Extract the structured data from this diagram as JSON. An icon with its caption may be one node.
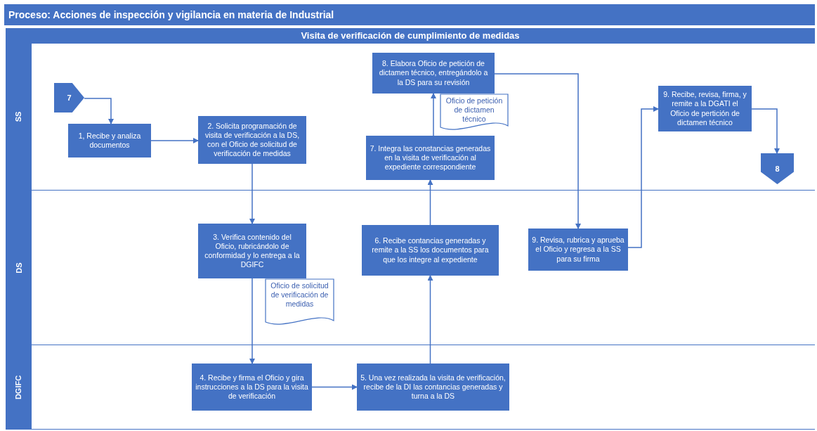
{
  "diagram": {
    "title": "Proceso: Acciones de inspección y vigilancia en materia de Industrial",
    "nodes": [
      {
        "text": [
          "Visita de verificación de cumplimiento de medidas"
        ]
      },
      {
        "text": [
          "SS"
        ],
        "in": 0
      },
      {
        "text": [
          "7"
        ],
        "in": 1
      },
      {
        "text": [
          "1, Recibe y analiza documentos"
        ],
        "in": 1
      },
      {
        "text": [
          "2. Solicita programación de visita de verificación a la DS, con el Oficio de solicitud de verificación de medidas"
        ],
        "in": 1
      },
      {
        "text": [
          "8. Elabora Oficio de petición de dictamen técnico, entregándolo a la DS para su revisión"
        ],
        "in": 1
      },
      {
        "text": [
          "Oficio de petición de dictamen técnico"
        ],
        "in": 1
      },
      {
        "text": [
          "7. Integra las constancias generadas en la visita de verificación al expediente correspondiente"
        ],
        "in": 1
      },
      {
        "text": [
          "9. Recibe, revisa, firma, y remite a la DGATI el Oficio de pertición de dictamen técnico"
        ],
        "in": 1
      },
      {
        "text": [
          "8"
        ],
        "in": 1
      },
      {
        "text": [
          "DS"
        ],
        "in": 0
      },
      {
        "text": [
          "3. Verifica contenido del Oficio, rubricándolo de conformidad y lo entrega a la DGIFC"
        ],
        "in": 10
      },
      {
        "text": [
          "Oficio de solicitud de verificación de medidas"
        ],
        "in": 10
      },
      {
        "text": [
          "6. Recibe contancias generadas  y remite a la SS los documentos para que los integre al expediente"
        ],
        "in": 10
      },
      {
        "text": [
          "9. Revisa, rubrica y aprueba el Oficio y regresa a la SS para su firma"
        ],
        "in": 10
      },
      {
        "text": [
          "DGIFC"
        ],
        "in": 0
      },
      {
        "text": [
          "4. Recibe y firma el Oficio y gira instrucciones a la DS para la visita de verificación"
        ],
        "in": 15
      },
      {
        "text": [
          "5. Una vez realizada la visita de verificación, recibe de la DI las contancias generadas y turna a la DS"
        ],
        "in": 15
      }
    ],
    "edges": [
      {
        "from": 2,
        "to": 3,
        "arrow": "to"
      },
      {
        "from": 3,
        "to": 4,
        "arrow": "to"
      },
      {
        "from": 4,
        "to": 11,
        "arrow": "to"
      },
      {
        "from": 11,
        "to": 16,
        "arrow": "to"
      },
      {
        "from": 16,
        "to": 17,
        "arrow": "to"
      },
      {
        "from": 17,
        "to": 13,
        "arrow": "to"
      },
      {
        "from": 13,
        "to": 7,
        "arrow": "to"
      },
      {
        "from": 7,
        "to": 5,
        "arrow": "to"
      },
      {
        "from": 5,
        "to": 14,
        "arrow": "to"
      },
      {
        "from": 14,
        "to": 8,
        "arrow": "to"
      },
      {
        "from": 8,
        "to": 9,
        "arrow": "to"
      }
    ]
  }
}
